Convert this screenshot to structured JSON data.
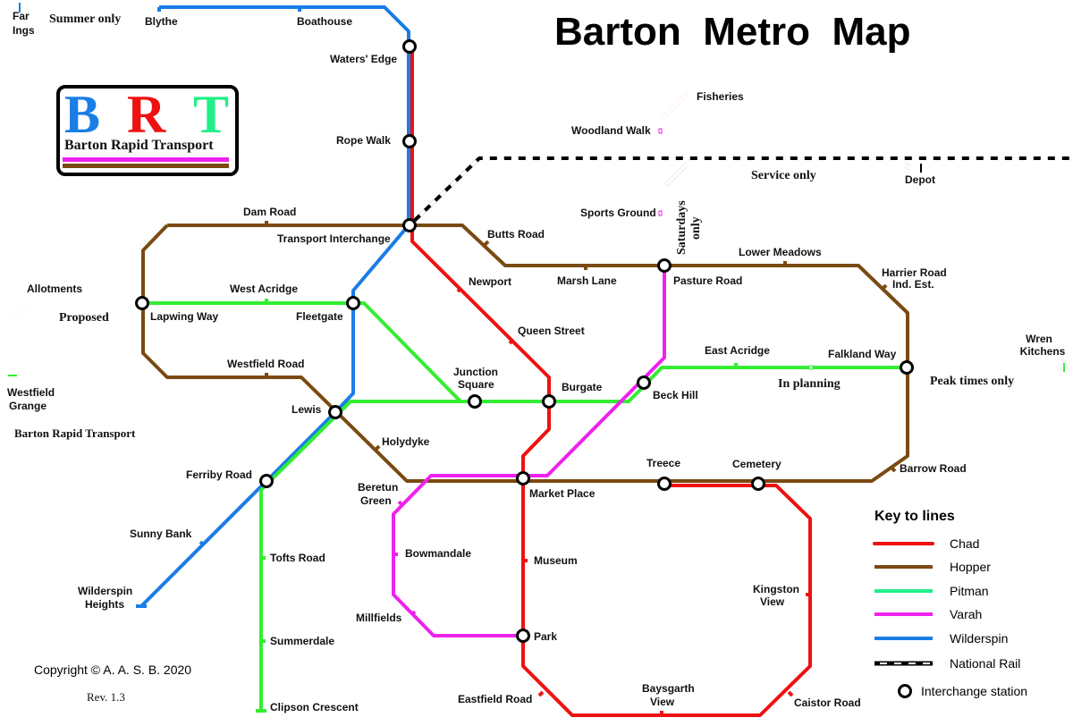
{
  "title": "Barton  Metro  Map",
  "logo": {
    "letter_b": "B",
    "letter_r": "R",
    "letter_t": "T",
    "subtitle": "Barton Rapid Transport"
  },
  "colors": {
    "chad": "#ee1111",
    "hopper": "#7a4a12",
    "pitman": "#33ee33",
    "pitman_key": "#22ee88",
    "varah": "#ee22ee",
    "wilderspin": "#1a7ee6"
  },
  "stations": {
    "far_ings_1": "Far",
    "far_ings_2": "Ings",
    "blythe": "Blythe",
    "boathouse": "Boathouse",
    "waters_edge": "Waters' Edge",
    "rope_walk": "Rope Walk",
    "dam_road": "Dam Road",
    "transport_interchange": "Transport Interchange",
    "butts_road": "Butts Road",
    "newport": "Newport",
    "marsh_lane": "Marsh Lane",
    "pasture_road": "Pasture Road",
    "lower_meadows": "Lower Meadows",
    "harrier_road_1": "Harrier Road",
    "harrier_road_2": "Ind. Est.",
    "woodland_walk": "Woodland Walk",
    "sports_ground": "Sports Ground",
    "fisheries": "Fisheries",
    "depot": "Depot",
    "allotments": "Allotments",
    "lapwing_way": "Lapwing Way",
    "west_acridge": "West Acridge",
    "fleetgate": "Fleetgate",
    "westfield_road": "Westfield Road",
    "westfield_grange_1": "Westfield",
    "westfield_grange_2": "Grange",
    "lewis": "Lewis",
    "holydyke": "Holydyke",
    "junction_square_1": "Junction",
    "junction_square_2": "Square",
    "queen_street": "Queen Street",
    "burgate": "Burgate",
    "beck_hill": "Beck Hill",
    "east_acridge": "East Acridge",
    "falkland_way": "Falkland Way",
    "wren_kitchens_1": "Wren",
    "wren_kitchens_2": "Kitchens",
    "ferriby_road": "Ferriby Road",
    "beretun_green_1": "Beretun",
    "beretun_green_2": "Green",
    "market_place": "Market Place",
    "treece": "Treece",
    "cemetery": "Cemetery",
    "barrow_road": "Barrow Road",
    "sunny_bank": "Sunny Bank",
    "tofts_road": "Tofts Road",
    "bowmandale": "Bowmandale",
    "museum": "Museum",
    "kingston_view_1": "Kingston",
    "kingston_view_2": "View",
    "wilderspin_heights_1": "Wilderspin",
    "wilderspin_heights_2": "Heights",
    "millfields": "Millfields",
    "park": "Park",
    "summerdale": "Summerdale",
    "eastfield_road": "Eastfield Road",
    "baysgarth_view_1": "Baysgarth",
    "baysgarth_view_2": "View",
    "caistor_road": "Caistor Road",
    "clipson_crescent": "Clipson Crescent"
  },
  "notes": {
    "summer_only": "Summer only",
    "proposed": "Proposed",
    "service_only": "Service only",
    "saturdays_only_1": "Saturdays",
    "saturdays_only_2": "only",
    "in_planning": "In planning",
    "peak_times_only": "Peak times only",
    "barton_rapid_transport": "Barton Rapid Transport"
  },
  "key": {
    "title": "Key to lines",
    "items": [
      {
        "label": "Chad"
      },
      {
        "label": "Hopper"
      },
      {
        "label": "Pitman"
      },
      {
        "label": "Varah"
      },
      {
        "label": "Wilderspin"
      },
      {
        "label": "National Rail"
      }
    ],
    "interchange": "Interchange station"
  },
  "copyright": "Copyright © A. A. S. B. 2020",
  "revision": "Rev. 1.3"
}
